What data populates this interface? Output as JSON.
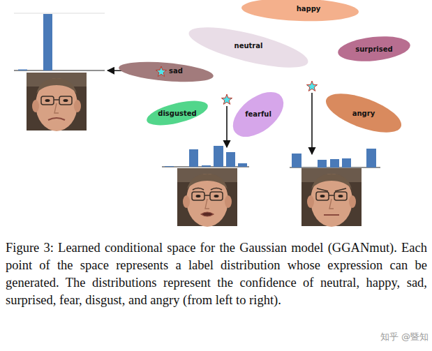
{
  "diagram": {
    "caption": "Figure 3: Learned conditional space for the Gaussian model (GGANmut). Each point of the space represents a label distribution whose expression can be generated. The distributions represent the confidence of neutral, happy, sad, surprised, fear, disgust, and angry (from left to right).",
    "nodes": [
      {
        "text": [
          "happy"
        ]
      },
      {
        "text": [
          "neutral"
        ]
      },
      {
        "text": [
          "surprised"
        ]
      },
      {
        "text": [
          "sad"
        ]
      },
      {
        "text": [
          "disgusted"
        ]
      },
      {
        "text": [
          "fearful"
        ]
      },
      {
        "text": [
          "angry"
        ]
      }
    ],
    "labels": [
      "知乎 @暨知"
    ]
  }
}
